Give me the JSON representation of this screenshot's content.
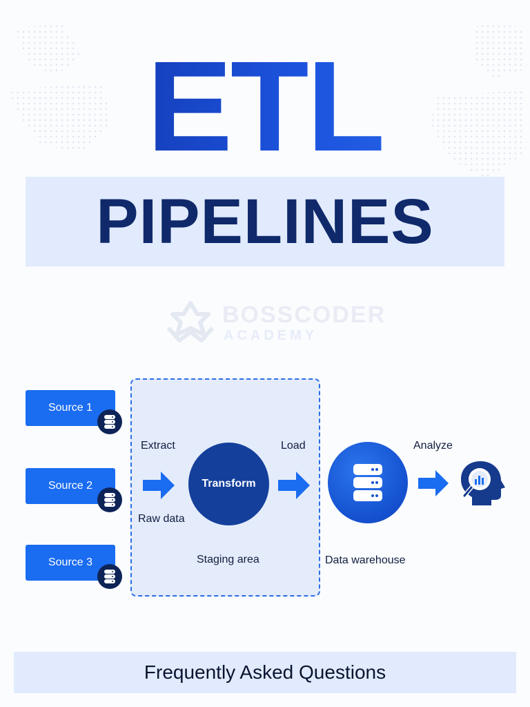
{
  "header": {
    "title": "ETL",
    "subtitle": "PIPELINES"
  },
  "watermark": {
    "line1": "BOSSCODER",
    "line2": "ACADEMY"
  },
  "diagram": {
    "sources": [
      {
        "label": "Source 1",
        "icon": "database-icon"
      },
      {
        "label": "Source 2",
        "icon": "database-icon"
      },
      {
        "label": "Source 3",
        "icon": "database-icon"
      }
    ],
    "staging_area": {
      "label": "Staging area",
      "extract_label": "Extract",
      "raw_data_label": "Raw data",
      "transform_label": "Transform"
    },
    "load_label": "Load",
    "warehouse_label": "Data warehouse",
    "analyze_label": "Analyze",
    "analytics_icon": "analytics-head-icon"
  },
  "footer": {
    "faq_label": "Frequently Asked Questions"
  },
  "colors": {
    "primary_blue": "#1a6cf0",
    "dark_navy": "#10296b",
    "light_band": "#e1ebfd",
    "transform_navy": "#143f9b"
  }
}
